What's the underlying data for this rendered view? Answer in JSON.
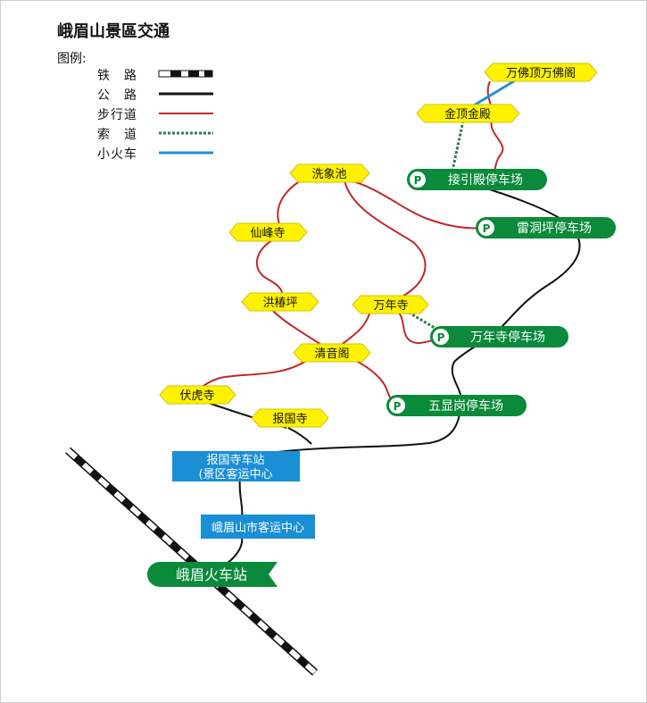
{
  "title": "峨眉山景區交通",
  "legend": {
    "heading": "图例:",
    "items": [
      {
        "key": "rail",
        "label": "铁　路"
      },
      {
        "key": "road",
        "label": "公　路"
      },
      {
        "key": "walk",
        "label": "步行道"
      },
      {
        "key": "cable",
        "label": "索　道"
      },
      {
        "key": "train",
        "label": "小火车"
      }
    ]
  },
  "colors": {
    "road": "#111111",
    "walk": "#c0282b",
    "cable": "#2e7d4f",
    "train": "#1e90d8",
    "spot": "#fff200",
    "parking": "#0a8a3a",
    "station": "#1a8fd6"
  },
  "spots": {
    "wanfoding": "万佛顶万佛阁",
    "jinding": "金顶金殿",
    "xixiangchi": "洗象池",
    "xianfengsi": "仙峰寺",
    "hongchunping": "洪椿坪",
    "wanniansi": "万年寺",
    "qingyinge": "清音阁",
    "fuhusi": "伏虎寺",
    "baoguosi": "报国寺"
  },
  "parking": {
    "icon": "P",
    "jieyindian": "接引殿停车场",
    "leidongping": "雷洞坪停车场",
    "wanniansi": "万年寺停车场",
    "wuxiangang": "五显岗停车场"
  },
  "stations": {
    "baoguosi_line1": "报国寺车站",
    "baoguosi_line2": "(景区客运中心",
    "bus_center": "峨眉山市客运中心",
    "railway": "峨眉火车站"
  }
}
